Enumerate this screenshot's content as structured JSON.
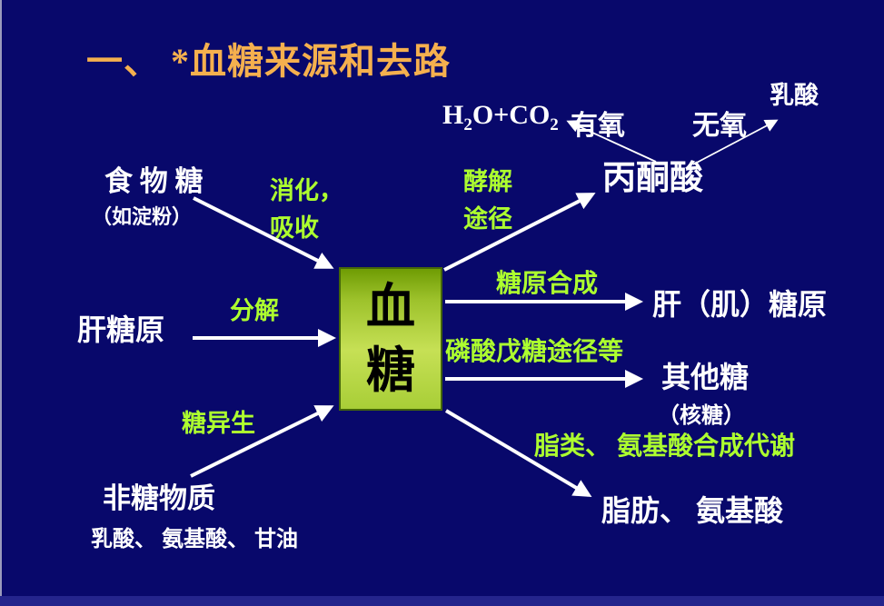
{
  "slide": {
    "title": "一、 *血糖来源和去路",
    "colors": {
      "background": "#08086B",
      "title_gold": "#F5B04E",
      "pathway_green": "#ADFF2F",
      "text_white": "#FFFFFF",
      "box_fill_top": "#6F9C04",
      "box_fill_center": "#C6E055",
      "box_border": "#44660A",
      "bottom_bar_blue": "#24248C"
    }
  },
  "nodes": {
    "h2o": {
      "h": "H",
      "sub1": "2",
      "mid": "O+CO",
      "sub2": "2"
    },
    "aerobic": "有氧",
    "anaerobic": "无氧",
    "lactate_top": "乳酸",
    "pyruvate": "丙酮酸",
    "food_sugar": "食 物 糖",
    "food_sugar_note": "（如淀粉）",
    "blood_sugar_char1": "血",
    "blood_sugar_char2": "糖",
    "liver_glycogen_left": "肝糖原",
    "liver_muscle_glycogen": "肝（肌）糖原",
    "other_sugars": "其他糖",
    "other_sugars_note": "（核糖）",
    "non_sugar": "非糖物质",
    "non_sugar_note": "乳酸、 氨基酸、 甘油",
    "fat_amino": "脂肪、 氨基酸"
  },
  "labels": {
    "digestion_line1": "消化，",
    "digestion_line2": "吸收",
    "glycolysis_line1": "酵解",
    "glycolysis_line2": "途径",
    "breakdown": "分解",
    "glycogen_synthesis": "糖原合成",
    "pentose_phosphate": "磷酸戊糖途径等",
    "gluconeogenesis": "糖异生",
    "lipid_amino_synthesis": "脂类、 氨基酸合成代谢"
  }
}
